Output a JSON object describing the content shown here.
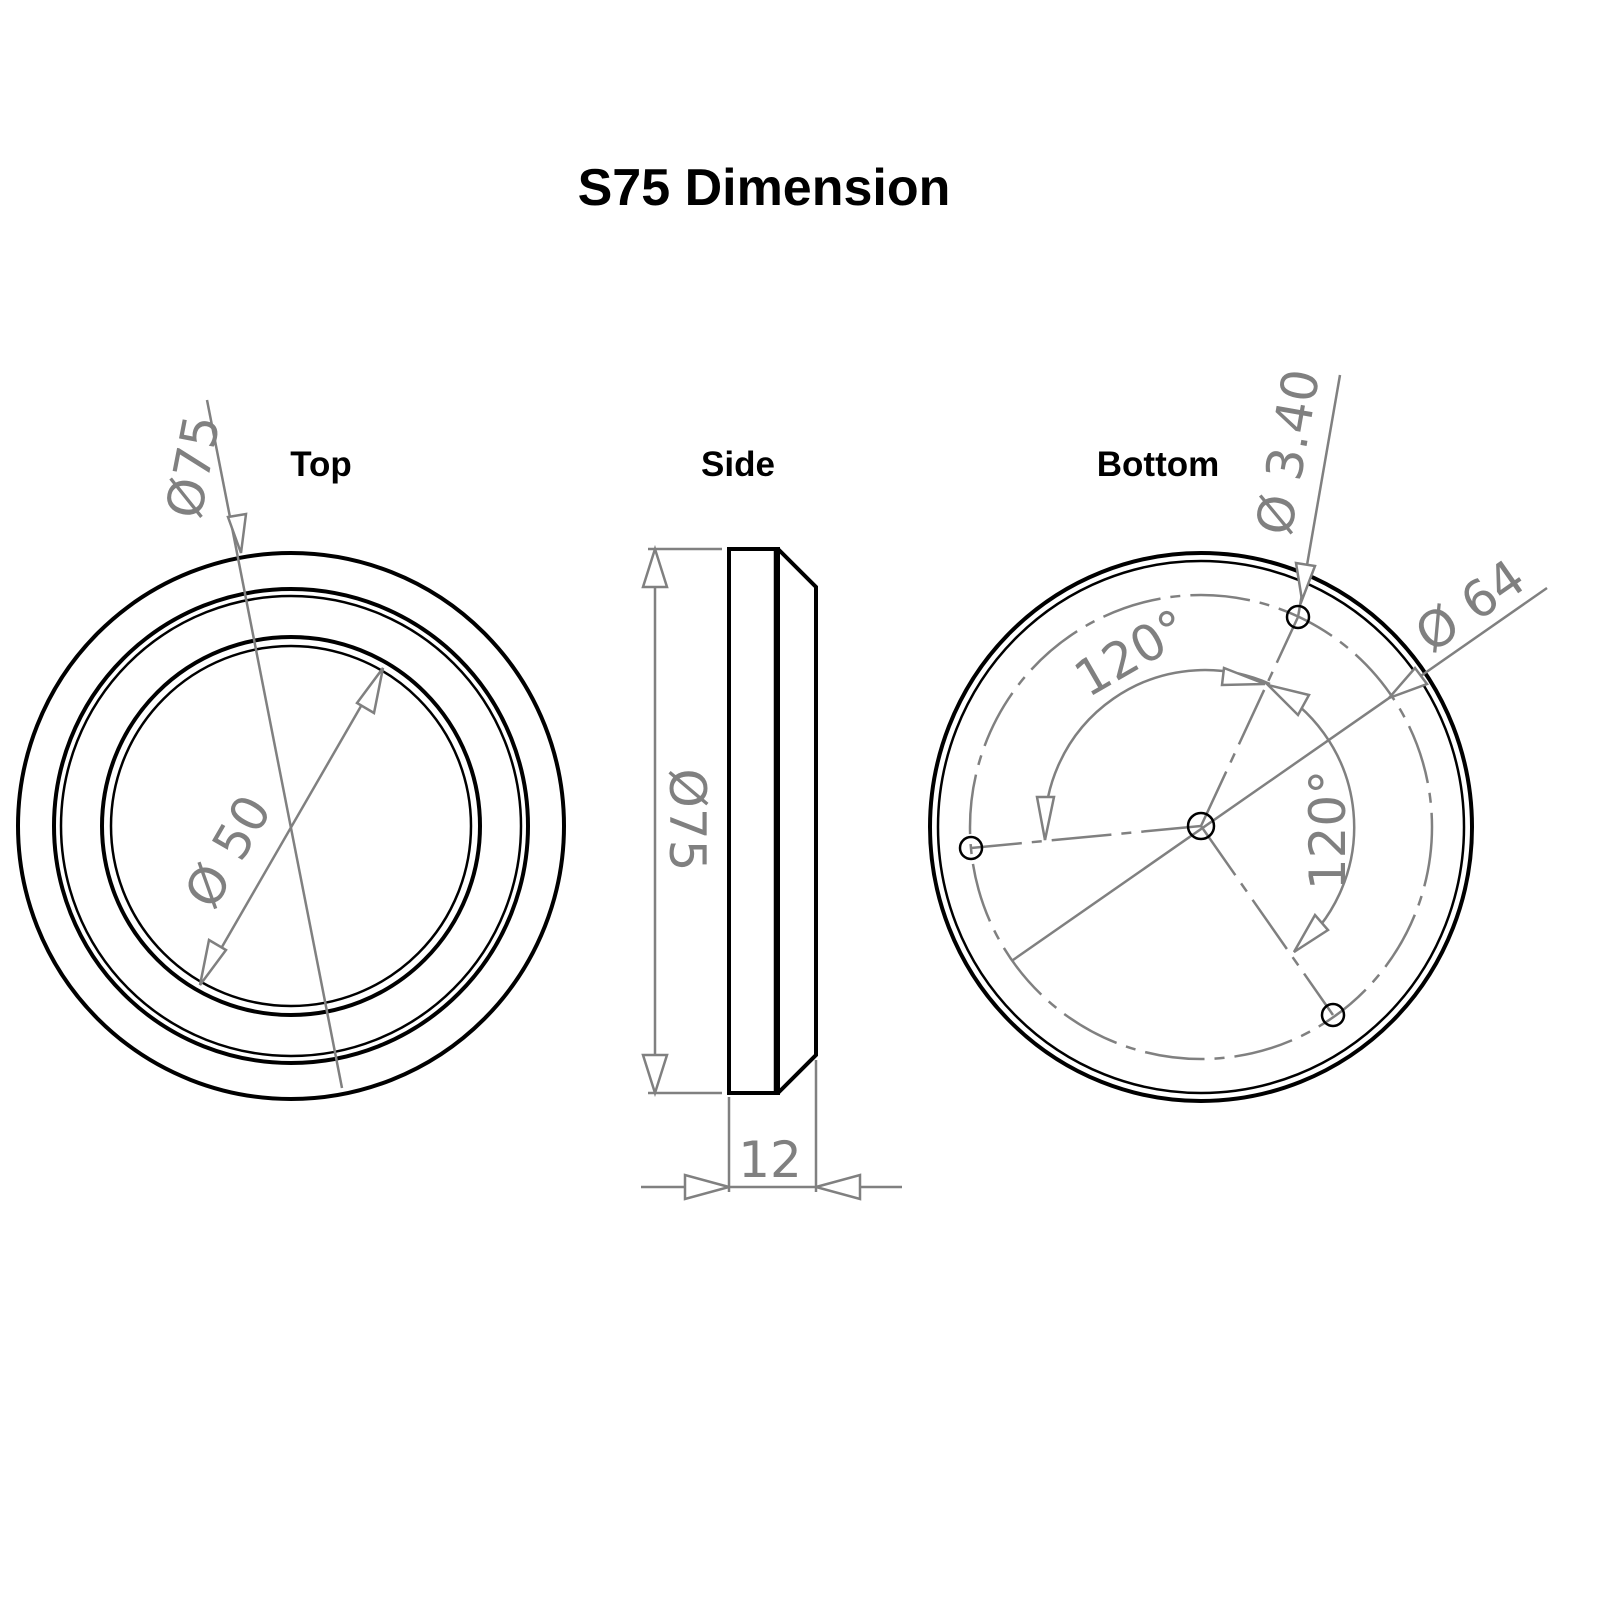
{
  "title": "S75 Dimension",
  "views": {
    "top": "Top",
    "side": "Side",
    "bottom": "Bottom"
  },
  "dimensions": {
    "top_outer_diameter": "Ø75",
    "top_inner_diameter": "Ø 50",
    "side_diameter": "Ø75",
    "side_thickness": "12",
    "bottom_hole_diameter": "Ø 3.40",
    "bottom_bolt_circle": "Ø 64",
    "bottom_angle_1": "120°",
    "bottom_angle_2": "120°"
  },
  "colors": {
    "part": "#000000",
    "dimension": "#808080"
  }
}
